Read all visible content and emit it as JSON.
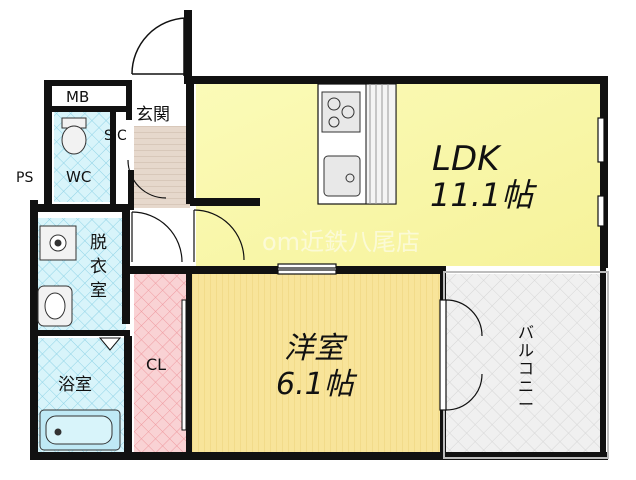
{
  "rooms": {
    "ldk": {
      "name": "LDK",
      "size": "11.1帖"
    },
    "western": {
      "name": "洋室",
      "size": "6.1帖"
    },
    "entrance": "玄関",
    "mb": "MB",
    "sic": "SIC",
    "ps": "PS",
    "wc": "WC",
    "dressing": [
      "脱",
      "衣",
      "室"
    ],
    "bath": "浴室",
    "closet": "CL",
    "balcony": [
      "バ",
      "ル",
      "コ",
      "ニ",
      "ー"
    ]
  },
  "watermark": "om近鉄八尾店",
  "colors": {
    "ldk": "#fafaa0",
    "western": "#f8e49a",
    "closet": "#f6c6c8",
    "wet": "#d4f2f8",
    "entrance": "#e4d8cc",
    "balcony": "#efefef",
    "wall": "#111111"
  }
}
